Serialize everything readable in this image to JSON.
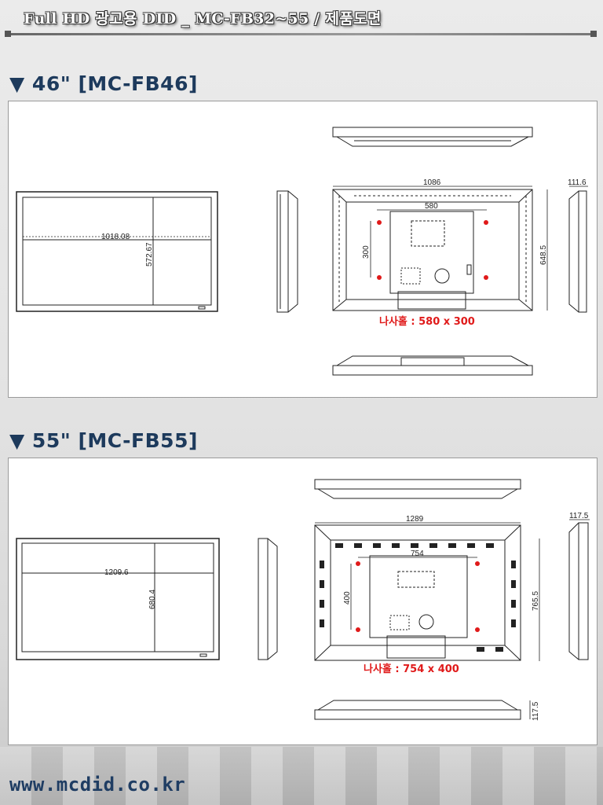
{
  "header": {
    "title": "Full HD 광고용 DID _ MC-FB32~55 / 제품도면"
  },
  "sections": [
    {
      "title": "▼ 46\" [MC-FB46]",
      "dims": {
        "screen_width": "1018.08",
        "screen_height": "572.67",
        "overall_width": "1086",
        "overall_height": "648.5",
        "depth": "111.6",
        "vesa_h": "580",
        "vesa_v": "300"
      },
      "hole_label": "나사홀 : 580 x 300"
    },
    {
      "title": "▼ 55\" [MC-FB55]",
      "dims": {
        "screen_width": "1209.6",
        "screen_height": "680.4",
        "overall_width": "1289",
        "overall_height": "765.5",
        "depth": "117.5",
        "depth_bottom": "117.5",
        "vesa_h": "754",
        "vesa_v": "400"
      },
      "hole_label": "나사홀 : 754 x 400"
    }
  ],
  "footer": {
    "url": "www.mcdid.co.kr"
  },
  "colors": {
    "title_navy": "#1d3a5c",
    "hole_red": "#e01a1a",
    "line": "#222222"
  }
}
